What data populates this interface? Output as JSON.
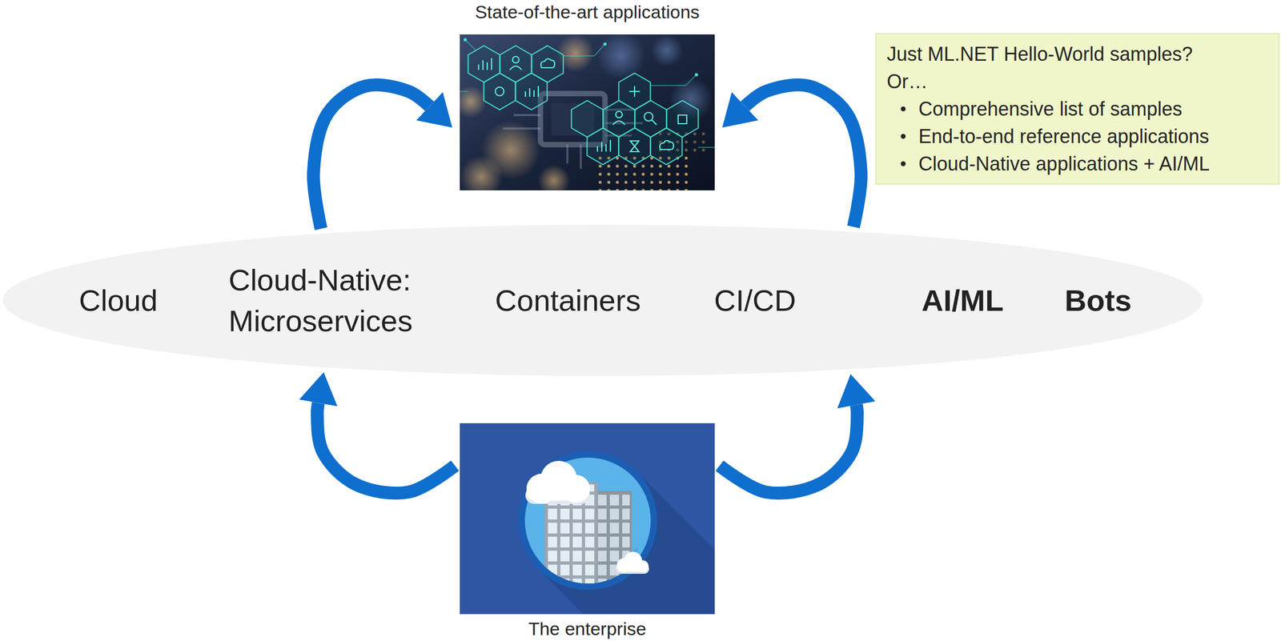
{
  "diagram": {
    "nodes": [
      {
        "text": [
          "State-of-the-art applications"
        ]
      },
      {
        "text": [
          "Just ML.NET Hello-World samples?",
          "Or…",
          "Comprehensive list of samples",
          "End-to-end reference applications",
          "Cloud-Native applications + AI/ML"
        ]
      },
      {
        "text": [
          "Cloud",
          "Cloud-Native: Microservices",
          "Containers",
          "CI/CD",
          "AI/ML",
          "Bots"
        ]
      },
      {
        "text": [
          "The enterprise"
        ]
      }
    ],
    "edges": [
      {
        "from": 2,
        "to": 0,
        "arrow": "to"
      },
      {
        "from": 2,
        "to": 0,
        "arrow": "to"
      },
      {
        "from": 3,
        "to": 2,
        "arrow": "to"
      },
      {
        "from": 3,
        "to": 2,
        "arrow": "to"
      }
    ]
  }
}
